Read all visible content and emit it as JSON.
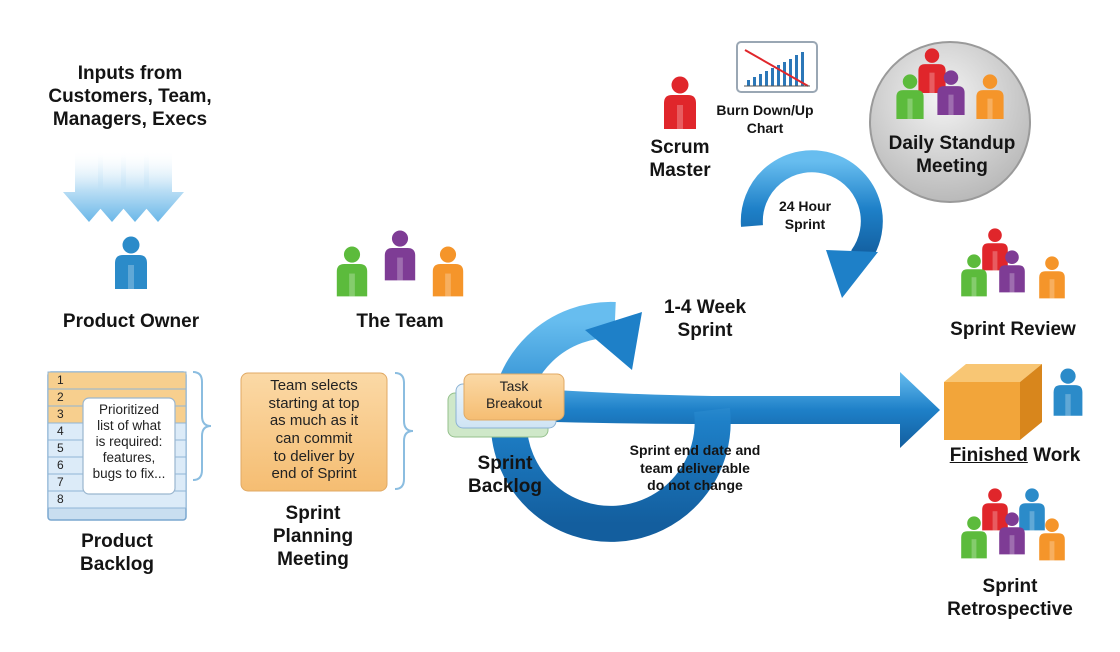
{
  "colors": {
    "arrow_blue": "#1e80c8",
    "arrow_light": "#5ab3e8",
    "backlog_blue": "#dcebf8",
    "backlog_orange": "#f7cf8e",
    "box_orange": "#f7c989",
    "cube_orange": "#f2a53a",
    "person_red": "#e0262b",
    "person_green": "#5cbb3c",
    "person_purple": "#7e3c95",
    "person_orange": "#f5952a",
    "person_blue": "#2b8bc9"
  },
  "labels": {
    "inputs": "Inputs from\nCustomers, Team,\nManagers, Execs",
    "product_owner": "Product Owner",
    "the_team": "The Team",
    "scrum_master": "Scrum\nMaster",
    "burn_chart": "Burn Down/Up\nChart",
    "daily_standup": "Daily Standup\nMeeting",
    "hour_sprint": "24 Hour\nSprint",
    "week_sprint": "1-4 Week\nSprint",
    "sprint_review": "Sprint Review",
    "finished_underlined": "Finished",
    "finished_rest": "Work",
    "sprint_retrospective": "Sprint\nRetrospective",
    "product_backlog": "Product\nBacklog",
    "sprint_planning": "Sprint\nPlanning\nMeeting",
    "sprint_backlog": "Sprint\nBacklog",
    "sprint_end_note": "Sprint end date and\nteam deliverable\ndo not change"
  },
  "backlog": {
    "rows": [
      "1",
      "2",
      "3",
      "4",
      "5",
      "6",
      "7",
      "8"
    ],
    "note": "Prioritized\nlist of what\nis required:\nfeatures,\nbugs to fix..."
  },
  "planning_box": "Team selects\nstarting at top\nas much as it\ncan commit\nto deliver by\nend of Sprint",
  "task_breakout": "Task\nBreakout"
}
